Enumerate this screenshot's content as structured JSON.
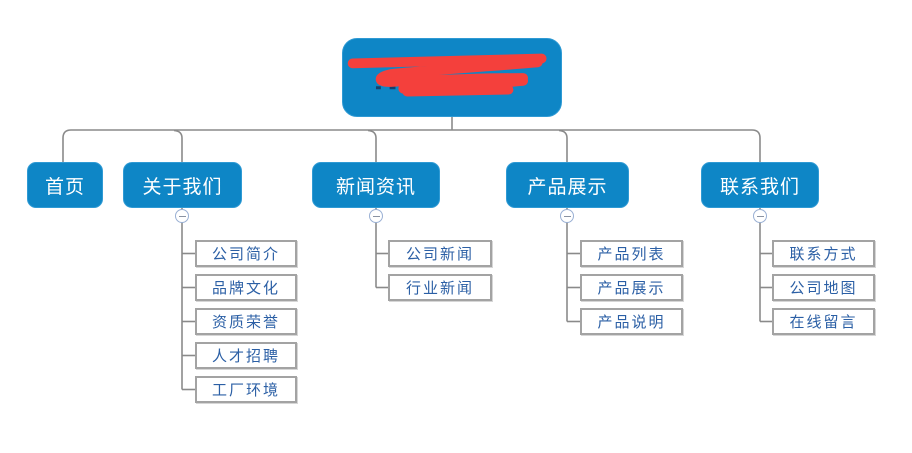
{
  "colors": {
    "node-blue": "#0e86c6",
    "node-blue-border": "#2f9ad4",
    "connector": "#8a8a8a",
    "child-border": "#a3a3a3",
    "child-text": "#2b5fa5",
    "scribble-red": "#f4403c",
    "node-text": "#ffffff"
  },
  "tree": {
    "root": {
      "redacted": true,
      "redaction": "red-scribble-over-label"
    },
    "branches": [
      {
        "label": "首页",
        "children": []
      },
      {
        "label": "关于我们",
        "children": [
          "公司简介",
          "品牌文化",
          "资质荣誉",
          "人才招聘",
          "工厂环境"
        ]
      },
      {
        "label": "新闻资讯",
        "children": [
          "公司新闻",
          "行业新闻"
        ]
      },
      {
        "label": "产品展示",
        "children": [
          "产品列表",
          "产品展示",
          "产品说明"
        ]
      },
      {
        "label": "联系我们",
        "children": [
          "联系方式",
          "公司地图",
          "在线留言"
        ]
      }
    ],
    "collapse_glyph": "−"
  }
}
